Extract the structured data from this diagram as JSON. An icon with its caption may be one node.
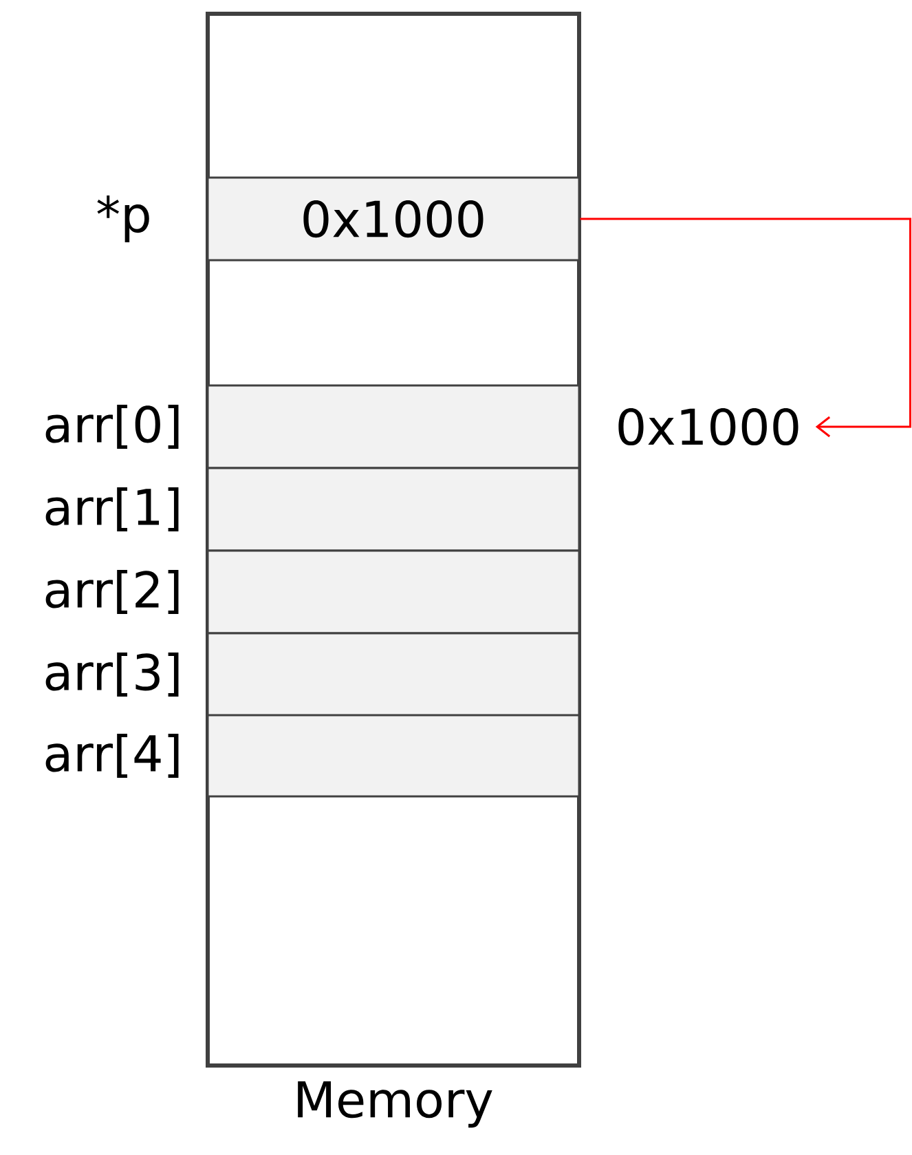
{
  "diagram": {
    "nodes": [
      {
        "text": [
          "Memory"
        ]
      },
      {
        "text": [
          "0x1000"
        ],
        "beside": [
          "*p"
        ],
        "in": 0
      },
      {
        "text": [],
        "shape": "box",
        "beside": [
          "arr[0]"
        ],
        "in": 0
      },
      {
        "text": [],
        "shape": "box",
        "beside": [
          "arr[1]"
        ],
        "in": 0
      },
      {
        "text": [],
        "shape": "box",
        "beside": [
          "arr[2]"
        ],
        "in": 0
      },
      {
        "text": [],
        "shape": "box",
        "beside": [
          "arr[3]"
        ],
        "in": 0
      },
      {
        "text": [],
        "shape": "box",
        "beside": [
          "arr[4]"
        ],
        "in": 0
      },
      {
        "text": [
          "0x1000"
        ]
      }
    ],
    "edges": [
      {
        "from": 1,
        "to": 7,
        "arrow": "to",
        "color": "#ff0000"
      }
    ]
  }
}
